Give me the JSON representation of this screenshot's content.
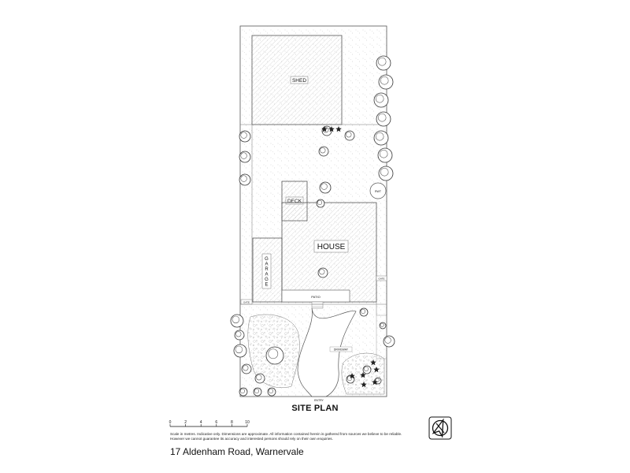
{
  "labels": {
    "shed": "SHED",
    "deck": "DECK",
    "house": "HOUSE",
    "garage": "GARAGE",
    "patio": "PATIO",
    "driveway": "DRIVEWAY",
    "tank": "RWT",
    "gate_left": "GATE",
    "gate_right": "GATE",
    "entry": "ENTRY"
  },
  "title": "SITE PLAN",
  "scale": {
    "ticks": [
      "0",
      "2",
      "4",
      "6",
      "8",
      "10"
    ],
    "unit_note": "Scale in metres. Indicative only."
  },
  "disclaimer": "Scale in metres. Indicative only. Dimensions are approximate. All information contained herein is gathered from sources we believe to be reliable. However we cannot guarantee its accuracy and interested persons should rely on their own enquiries.",
  "address": "17 Aldenham Road, Warnervale",
  "colors": {
    "line": "#555555",
    "hatch": "#bbbbbb",
    "text": "#111111"
  },
  "icons": {
    "compass": "north-arrow-icon"
  }
}
